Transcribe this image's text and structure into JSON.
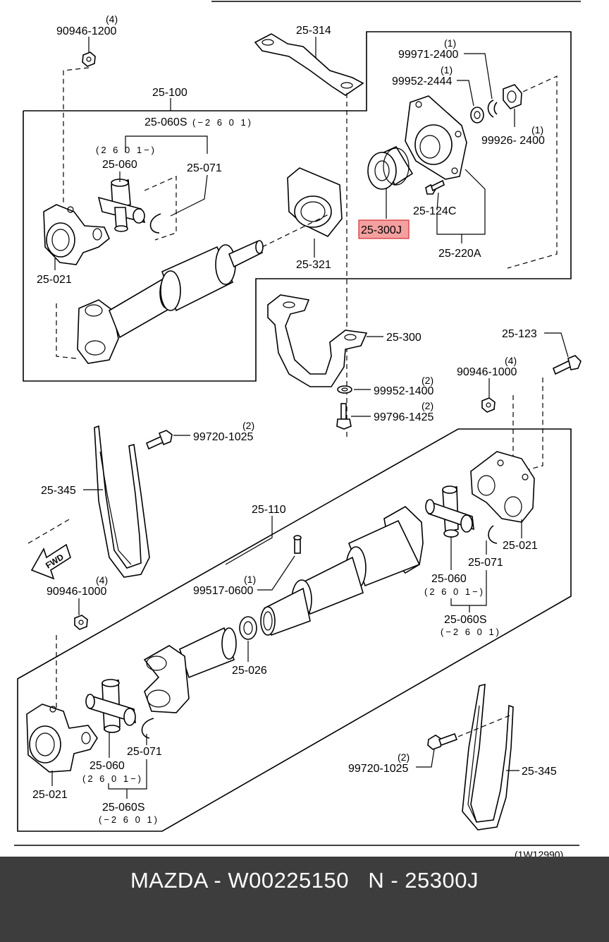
{
  "diagram": {
    "callouts": [
      {
        "id": "c1",
        "part": "90946-1200",
        "qty": "(4)",
        "code": ""
      },
      {
        "id": "c2",
        "part": "25-314",
        "qty": "",
        "code": ""
      },
      {
        "id": "c3",
        "part": "99971-2400",
        "qty": "(1)",
        "code": ""
      },
      {
        "id": "c4",
        "part": "99952-2444",
        "qty": "(1)",
        "code": ""
      },
      {
        "id": "c5",
        "part": "99926- 2400",
        "qty": "(1)",
        "code": ""
      },
      {
        "id": "c6",
        "part": "25-100",
        "qty": "",
        "code": ""
      },
      {
        "id": "c7",
        "part": "25-060S",
        "qty": "",
        "code": "(−2 6 0 1)"
      },
      {
        "id": "c8",
        "part": "25-060",
        "qty": "",
        "code": "(2 6 0 1−)"
      },
      {
        "id": "c9",
        "part": "25-071",
        "qty": "",
        "code": ""
      },
      {
        "id": "c10",
        "part": "25-124C",
        "qty": "",
        "code": ""
      },
      {
        "id": "c11",
        "part": "25-300J",
        "qty": "",
        "code": "",
        "highlight": true
      },
      {
        "id": "c12",
        "part": "25-220A",
        "qty": "",
        "code": ""
      },
      {
        "id": "c13",
        "part": "25-321",
        "qty": "",
        "code": ""
      },
      {
        "id": "c14",
        "part": "25-021",
        "qty": "",
        "code": ""
      },
      {
        "id": "c15",
        "part": "25-300",
        "qty": "",
        "code": ""
      },
      {
        "id": "c16",
        "part": "99952-1400",
        "qty": "(2)",
        "code": ""
      },
      {
        "id": "c17",
        "part": "99796-1425",
        "qty": "(2)",
        "code": ""
      },
      {
        "id": "c18",
        "part": "25-123",
        "qty": "",
        "code": ""
      },
      {
        "id": "c19",
        "part": "90946-1000",
        "qty": "(4)",
        "code": ""
      },
      {
        "id": "c20",
        "part": "99720-1025",
        "qty": "(2)",
        "code": ""
      },
      {
        "id": "c21",
        "part": "25-345",
        "qty": "",
        "code": ""
      },
      {
        "id": "c22",
        "part": "25-110",
        "qty": "",
        "code": ""
      },
      {
        "id": "c23",
        "part": "25-021",
        "qty": "",
        "code": ""
      },
      {
        "id": "c24",
        "part": "25-071",
        "qty": "",
        "code": ""
      },
      {
        "id": "c25",
        "part": "25-060",
        "qty": "",
        "code": "(2 6 0 1−)"
      },
      {
        "id": "c26",
        "part": "25-060S",
        "qty": "",
        "code": "(−2 6 0 1)"
      },
      {
        "id": "c27",
        "part": "99517-0600",
        "qty": "(1)",
        "code": ""
      },
      {
        "id": "c28",
        "part": "90946-1000",
        "qty": "(4)",
        "code": ""
      },
      {
        "id": "c29",
        "part": "25-026",
        "qty": "",
        "code": ""
      },
      {
        "id": "c30",
        "part": "25-021",
        "qty": "",
        "code": ""
      },
      {
        "id": "c31",
        "part": "25-071",
        "qty": "",
        "code": ""
      },
      {
        "id": "c32",
        "part": "25-060",
        "qty": "",
        "code": "(2 6 0 1−)"
      },
      {
        "id": "c33",
        "part": "25-060S",
        "qty": "",
        "code": "(−2 6 0 1)"
      },
      {
        "id": "c34",
        "part": "99720-1025",
        "qty": "(2)",
        "code": ""
      },
      {
        "id": "c35",
        "part": "25-345",
        "qty": "",
        "code": ""
      }
    ],
    "fwd_label": "FWD",
    "figure_ref": "(1W12990)",
    "highlight_color": "#f4a0a0",
    "highlight_border": "#d43030"
  },
  "footer": {
    "text": "MAZDA - W00225150   N - 25300J",
    "background": "#3d3d3d",
    "color": "#ffffff"
  }
}
